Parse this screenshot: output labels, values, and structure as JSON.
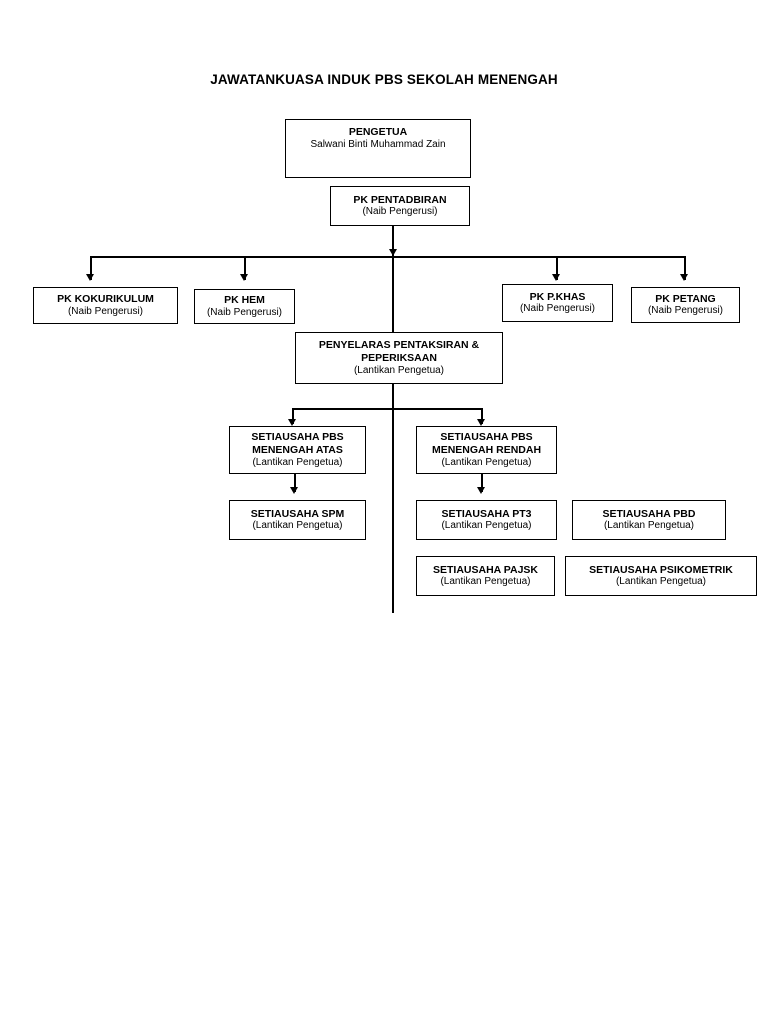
{
  "document": {
    "title": "JAWATANKUASA INDUK PBS SEKOLAH MENENGAH",
    "type": "organizational-chart",
    "language": "ms"
  },
  "colors": {
    "background": "#ffffff",
    "line": "#000000",
    "text": "#000000",
    "box_fill": "#ffffff"
  },
  "nodes": {
    "pengetua": {
      "title": "PENGETUA",
      "subtitle": "Salwani Binti Muhammad Zain"
    },
    "pk_pentadbiran": {
      "title": "PK PENTADBIRAN",
      "subtitle": "(Naib Pengerusi)"
    },
    "pk_kokurikulum": {
      "title": "PK KOKURIKULUM",
      "subtitle": "(Naib Pengerusi)"
    },
    "pk_hem": {
      "title": "PK HEM",
      "subtitle": "(Naib Pengerusi)"
    },
    "pk_pkhas": {
      "title": "PK P.KHAS",
      "subtitle": "(Naib Pengerusi)"
    },
    "pk_petang": {
      "title": "PK PETANG",
      "subtitle": "(Naib Pengerusi)"
    },
    "penyelaras": {
      "title": "PENYELARAS PENTAKSIRAN &\nPEPERIKSAAN",
      "subtitle": "(Lantikan Pengetua)"
    },
    "su_pbs_atas": {
      "title": "SETIAUSAHA PBS\nMENENGAH ATAS",
      "subtitle": "(Lantikan Pengetua)"
    },
    "su_pbs_rendah": {
      "title": "SETIAUSAHA PBS\nMENENGAH RENDAH",
      "subtitle": "(Lantikan Pengetua)"
    },
    "su_spm": {
      "title": "SETIAUSAHA SPM",
      "subtitle": "(Lantikan Pengetua)"
    },
    "su_pt3": {
      "title": "SETIAUSAHA PT3",
      "subtitle": "(Lantikan Pengetua)"
    },
    "su_pbd": {
      "title": "SETIAUSAHA PBD",
      "subtitle": "(Lantikan Pengetua)"
    },
    "su_pajsk": {
      "title": "SETIAUSAHA PAJSK",
      "subtitle": "(Lantikan Pengetua)"
    },
    "su_psikometrik": {
      "title": "SETIAUSAHA PSIKOMETRIK",
      "subtitle": "(Lantikan Pengetua)"
    }
  }
}
